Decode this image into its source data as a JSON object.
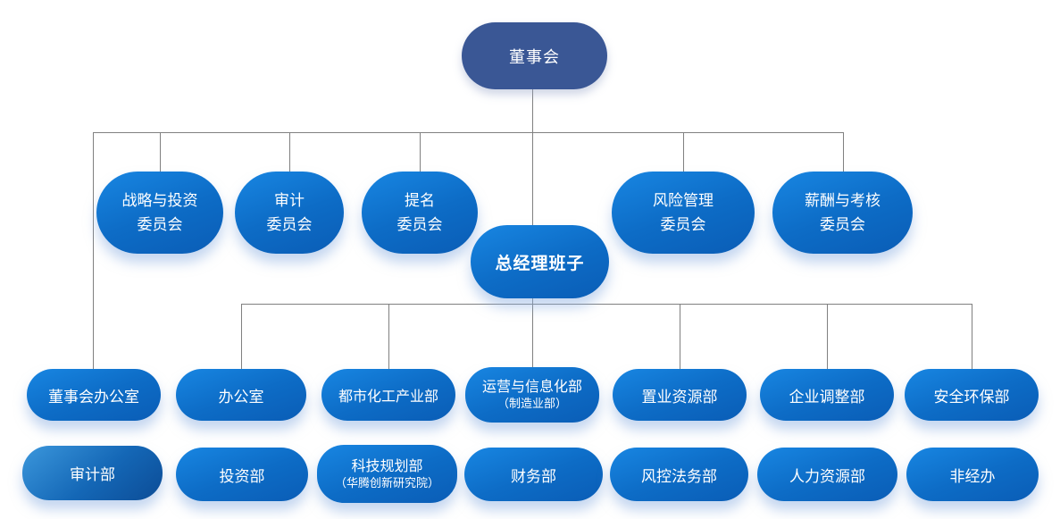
{
  "org": {
    "board": {
      "label": "董事会"
    },
    "gm": {
      "label": "总经理班子"
    },
    "committees": [
      {
        "label": "战略与投资\n委员会"
      },
      {
        "label": "审计\n委员会"
      },
      {
        "label": "提名\n委员会"
      },
      {
        "label": "风险管理\n委员会"
      },
      {
        "label": "薪酬与考核\n委员会"
      }
    ],
    "departments_row1": [
      {
        "label": "董事会办公室"
      },
      {
        "label": "办公室"
      },
      {
        "label": "都市化工产业部"
      },
      {
        "label": "运营与信息化部",
        "sublabel": "（制造业部）"
      },
      {
        "label": "置业资源部"
      },
      {
        "label": "企业调整部"
      },
      {
        "label": "安全环保部"
      }
    ],
    "departments_row2": [
      {
        "label": "审计部"
      },
      {
        "label": "投资部"
      },
      {
        "label": "科技规划部",
        "sublabel": "（华腾创新研究院）"
      },
      {
        "label": "财务部"
      },
      {
        "label": "风控法务部"
      },
      {
        "label": "人力资源部"
      },
      {
        "label": "非经办"
      }
    ],
    "colors": {
      "board_fill": "#3A5795",
      "node_gradient_start": "#1886E2",
      "node_gradient_end": "#0A5DB6",
      "audit_gradient_start": "#3B97DC",
      "audit_gradient_end": "#0C4C96",
      "connector": "#808080"
    }
  }
}
